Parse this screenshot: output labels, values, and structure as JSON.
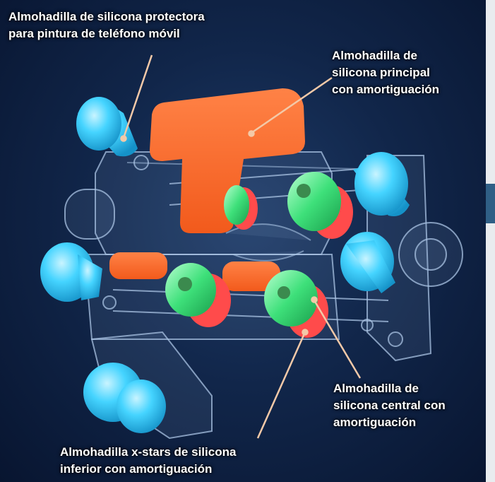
{
  "labels": {
    "phone_paint_pad": "Almohadilla de silicona protectora\npara pintura de teléfono móvil",
    "main_pad": "Almohadilla de\nsilicona principal\ncon amortiguación",
    "central_pad": "Almohadilla de\nsilicona central con\namortiguación",
    "xstars_pad": "Almohadilla x-stars de silicona\ninferior con amortiguación"
  },
  "colors": {
    "background": "#11264a",
    "frame": "#9fb7d6",
    "orange_pad": "#ff6a2c",
    "green_damper": "#3ee07a",
    "red_damper": "#ff4b4b",
    "cyan_cap": "#3fd2ff",
    "leader_line": "#f3c9a8"
  }
}
